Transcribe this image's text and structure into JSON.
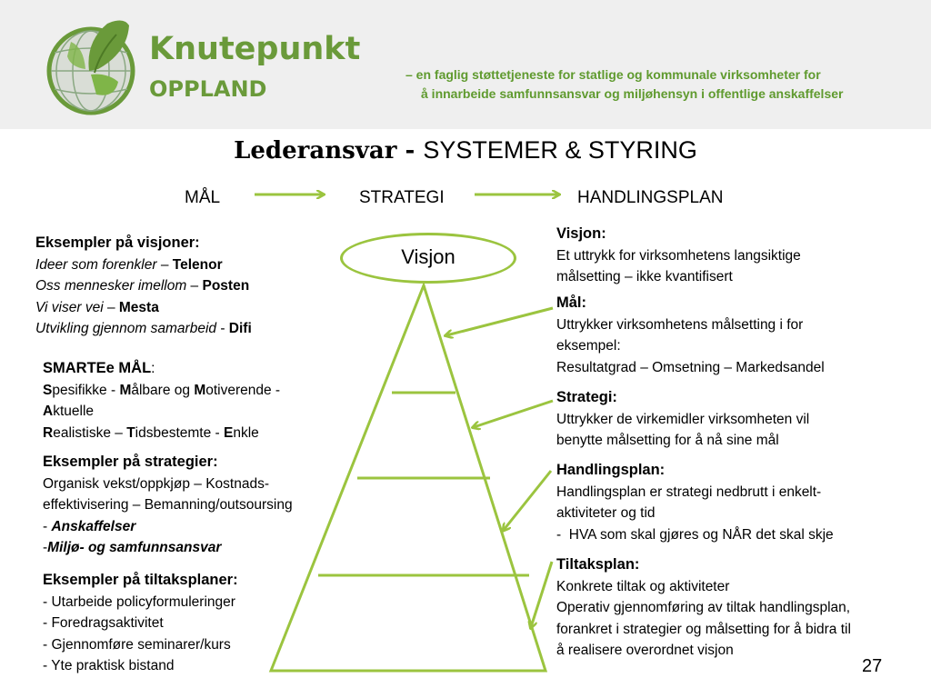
{
  "header": {
    "brand_line1": "Knutepunkt",
    "brand_line2": "OPPLAND",
    "tagline_line1": "–  en faglig støttetjeneste for statlige og kommunale virksomheter for",
    "tagline_line2": "å innarbeide samfunnsansvar og miljøhensyn i offentlige anskaffelser",
    "brand_color": "#6a9a3a",
    "accent_color": "#9bc43f"
  },
  "title": {
    "part1": "Lederansvar",
    "dash": " - ",
    "part2": "SYSTEMER & STYRING"
  },
  "flow": {
    "step1": "MÅL",
    "step2": "STRATEGI",
    "step3": "HANDLINGSPLAN"
  },
  "pyramid": {
    "top_label": "Visjon"
  },
  "left": {
    "visjoner": {
      "heading": "Eksempler på visjoner:",
      "items": [
        {
          "italic": "Ideer som forenkler",
          "sep": " – ",
          "bold": "Telenor"
        },
        {
          "italic": "Oss mennesker imellom",
          "sep": " – ",
          "bold": "Posten"
        },
        {
          "italic": "Vi viser vei",
          "sep": " – ",
          "bold": "Mesta"
        },
        {
          "italic": "Utvikling gjennom samarbeid",
          "sep": " - ",
          "bold": "Difi"
        }
      ]
    },
    "smart": {
      "heading": "SMARTEe MÅL",
      "colon": ":",
      "l1": {
        "a": "S",
        "b": "pesifikke - ",
        "c": "M",
        "d": "ålbare og ",
        "e": "M",
        "f": "otiverende -"
      },
      "l2": {
        "a": "A",
        "b": "ktuelle"
      },
      "l3": {
        "a": "R",
        "b": "ealistiske – ",
        "c": "T",
        "d": "idsbestemte - ",
        "e": "E",
        "f": "nkle"
      }
    },
    "strategier": {
      "heading": "Eksempler på strategier:",
      "l1": "Organisk vekst/oppkjøp – Kostnads-",
      "l2": "effektivisering – Bemanning/outsoursing",
      "l3_prefix": "- ",
      "l3": "Anskaffelser",
      "l4_prefix": "-",
      "l4": "Miljø- og samfunnsansvar"
    },
    "tiltak": {
      "heading": "Eksempler på tiltaksplaner:",
      "items": [
        "- Utarbeide policyformuleringer",
        "- Foredragsaktivitet",
        "- Gjennomføre seminarer/kurs",
        "- Yte praktisk bistand"
      ]
    }
  },
  "right": {
    "visjon": {
      "heading": "Visjon:",
      "lines": [
        "Et uttrykk for virksomhetens langsiktige",
        "målsetting – ikke kvantifisert"
      ]
    },
    "maal": {
      "heading": "Mål:",
      "lines": [
        "Uttrykker virksomhetens målsetting i for",
        "eksempel:",
        "Resultatgrad – Omsetning – Markedsandel"
      ]
    },
    "strategi": {
      "heading": "Strategi:",
      "lines": [
        "Uttrykker de virkemidler virksomheten vil",
        "benytte målsetting for å nå sine mål"
      ]
    },
    "handlingsplan": {
      "heading": "Handlingsplan:",
      "lines": [
        "Handlingsplan er strategi nedbrutt i enkelt-",
        "aktiviteter og tid",
        "-  HVA som skal gjøres og NÅR det skal skje"
      ]
    },
    "tiltaksplan": {
      "heading": "Tiltaksplan:",
      "lines": [
        "Konkrete tiltak og aktiviteter",
        "Operativ gjennomføring av tiltak handlingsplan,",
        "forankret i strategier og målsetting for å bidra til",
        "å realisere overordnet visjon"
      ]
    }
  },
  "page_number": "27"
}
